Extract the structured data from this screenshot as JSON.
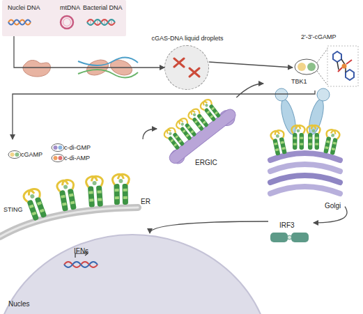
{
  "diagram": {
    "nodes": [
      {
        "text": [
          "Nuclei DNA",
          "mtDNA",
          "Bacterial DNA"
        ]
      },
      {
        "text": [
          "cGAS-DNA liquid droplets"
        ]
      },
      {
        "text": [
          "2'-3'-cGAMP"
        ]
      },
      {
        "text": [
          "ER"
        ]
      },
      {
        "text": [
          "ERGIC"
        ]
      },
      {
        "text": [
          "Golgi"
        ]
      },
      {
        "text": [
          "IRF3"
        ]
      },
      {
        "text": [
          "IFNs",
          "Nucles"
        ]
      }
    ],
    "edges": [
      {
        "from": 0,
        "to": 1,
        "arrow": "to"
      },
      {
        "from": 1,
        "to": 2,
        "arrow": "to"
      },
      {
        "from": 2,
        "to": 3,
        "arrow": "to"
      },
      {
        "from": 3,
        "to": 4,
        "arrow": "to"
      },
      {
        "from": 4,
        "to": 5,
        "arrow": "to"
      },
      {
        "from": 5,
        "to": 6,
        "arrow": "to"
      },
      {
        "from": 6,
        "to": 7,
        "arrow": "to"
      }
    ],
    "labels": [
      "cGAMP",
      "c-di-GMP",
      "c-di-AMP",
      "STING",
      "TBK1"
    ]
  }
}
